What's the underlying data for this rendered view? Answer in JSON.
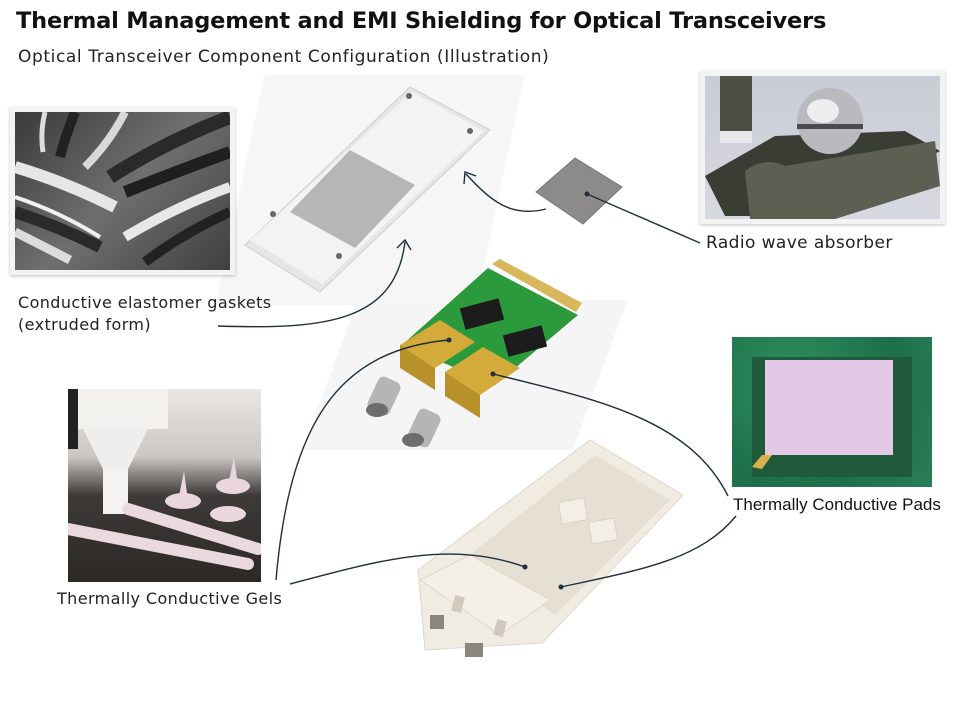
{
  "header": {
    "title": "Thermal Management and EMI Shielding for Optical Transceivers",
    "subtitle": "Optical Transceiver Component Configuration (Illustration)"
  },
  "components": {
    "gaskets": {
      "label_line1": "Conductive elastomer gaskets",
      "label_line2": "(extruded form)",
      "photo": "extruded-gasket-strips-photo"
    },
    "absorber": {
      "label": "Radio wave absorber",
      "photo": "absorber-sheets-and-sphere-photo"
    },
    "pads": {
      "label": "Thermally Conductive Pads",
      "photo": "pink-thermal-pad-on-chip-photo"
    },
    "gels": {
      "label": "Thermally Conductive Gels",
      "photo": "gel-dispensing-nozzle-photo"
    }
  },
  "parts": {
    "top_cover": "metal-top-cover",
    "pcb_assembly": "pcb-with-optical-sub-assemblies",
    "bottom_housing": "bottom-housing"
  },
  "colors": {
    "leader_line": "#1d2f3a",
    "pcb_green": "#2a9a3c",
    "osa_gold": "#d4ab3a",
    "pad_pink": "#e4c9e6"
  }
}
